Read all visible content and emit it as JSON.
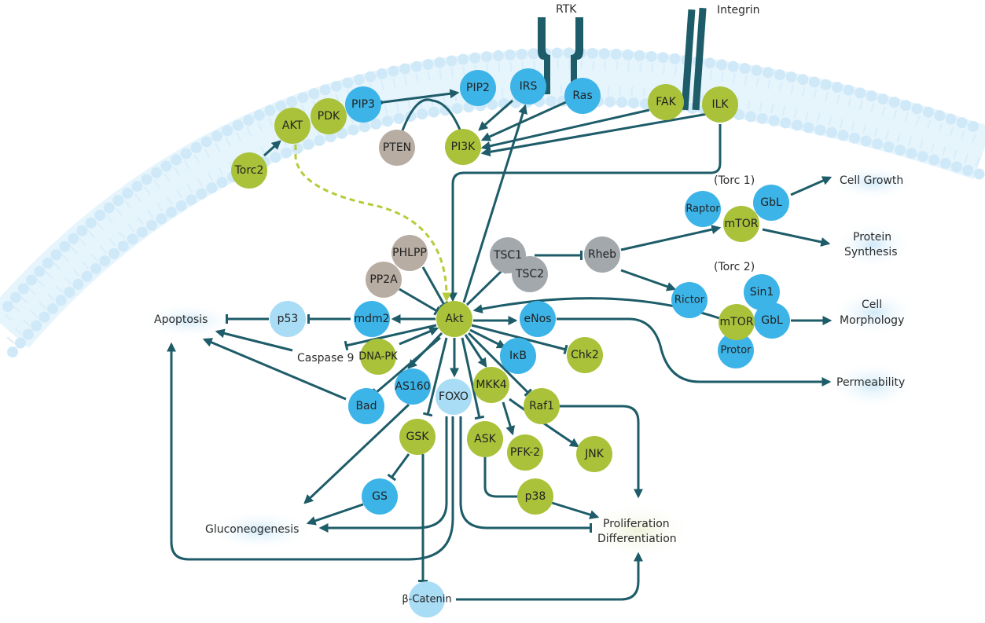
{
  "colors": {
    "green": "#a9c23a",
    "blue": "#3cb4e8",
    "light_blue": "#a9dcf5",
    "brown": "#b8ada3",
    "grey": "#a3a8ac",
    "line": "#1d5c68",
    "membrane": "#cfe9f8",
    "dashed": "#b5cc3a"
  },
  "labels": {
    "rtk": "RTK",
    "integrin": "Integrin",
    "torc1": "(Torc 1)",
    "torc2": "(Torc 2)",
    "cell_growth": "Cell Growth",
    "protein": "Protein",
    "synthesis": "Synthesis",
    "cell": "Cell",
    "morphology": "Morphology",
    "permeability": "Permeability",
    "apoptosis": "Apoptosis",
    "caspase9": "Caspase 9",
    "dnapk": "DNA-PK",
    "gluconeogenesis": "Gluconeogenesis",
    "proliferation": "Proliferation",
    "differentiation": "Differentiation",
    "beta_catenin": "β-Catenin"
  },
  "nodes": {
    "torc2": "Torc2",
    "akt_top": "AKT",
    "pdk": "PDK",
    "pip3": "PIP3",
    "pip2": "PIP2",
    "irs": "IRS",
    "ras": "Ras",
    "pten": "PTEN",
    "pi3k": "PI3K",
    "fak": "FAK",
    "ilk": "ILK",
    "raptor": "Raptor",
    "gbl1": "GbL",
    "mtor1": "mTOR",
    "tsc1": "TSC1",
    "tsc2": "TSC2",
    "rheb": "Rheb",
    "phlpp": "PHLPP",
    "pp2a": "PP2A",
    "akt": "Akt",
    "rictor": "Rictor",
    "sin1": "Sin1",
    "mtor2": "mTOR",
    "gbl2": "GbL",
    "protor": "Protor",
    "enos": "eNos",
    "chk2": "Chk2",
    "ikb": "IκB",
    "raf1": "Raf1",
    "mkk4": "MKK4",
    "foxo": "FOXO",
    "as160": "AS160",
    "bad": "Bad",
    "mdm2": "mdm2",
    "p53": "p53",
    "gsk": "GSK",
    "ask": "ASK",
    "pfk2": "PFK-2",
    "jnk": "JNK",
    "gs": "GS",
    "p38": "p38"
  }
}
